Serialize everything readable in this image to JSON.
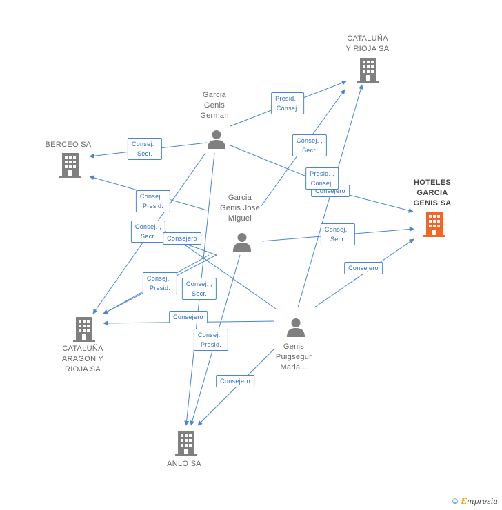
{
  "colors": {
    "edge": "#4a86cf",
    "node": "#808080",
    "focus": "#f26522",
    "label_text": "#2d6db8"
  },
  "nodes": {
    "garcia_german": {
      "type": "person",
      "label": "Garcia\nGenis\nGerman"
    },
    "garcia_jose": {
      "type": "person",
      "label": "Garcia\nGenis Jose\nMiguel"
    },
    "genis_maria": {
      "type": "person",
      "label": "Genis\nPuigsegur\nMaria..."
    },
    "cataluna_rioja": {
      "type": "company",
      "label": "CATALUÑA\nY RIOJA SA"
    },
    "berceo": {
      "type": "company",
      "label": "BERCEO SA"
    },
    "hoteles": {
      "type": "company",
      "label": "HOTELES\nGARCIA\nGENIS SA",
      "focus": true
    },
    "cataluna_aragon": {
      "type": "company",
      "label": "CATALUÑA\nARAGON Y\nRIOJA SA"
    },
    "anlo": {
      "type": "company",
      "label": "ANLO SA"
    }
  },
  "edges": [
    {
      "label": "Presid. ,\nConsej."
    },
    {
      "label": "Consej. ,\nSecr."
    },
    {
      "label": "Consejero"
    },
    {
      "label": "Consej. ,\nSecr."
    },
    {
      "label": "Consej. ,\nPresid."
    },
    {
      "label": "Presid. ,\nConsej."
    },
    {
      "label": "Consej. ,\nSecr."
    },
    {
      "label": "Consejero"
    },
    {
      "label": "Consej. ,\nPresid."
    },
    {
      "label": "Consej. ,\nSecr."
    },
    {
      "label": "Consej. ,\nPresid."
    },
    {
      "label": "Consejero"
    },
    {
      "label": "Consejero"
    },
    {
      "label": "Consejero"
    },
    {
      "label": "Consej. ,\nSecr."
    }
  ],
  "footer": {
    "copyright": "©",
    "brand_initial": "E",
    "brand_rest": "mpresia"
  }
}
